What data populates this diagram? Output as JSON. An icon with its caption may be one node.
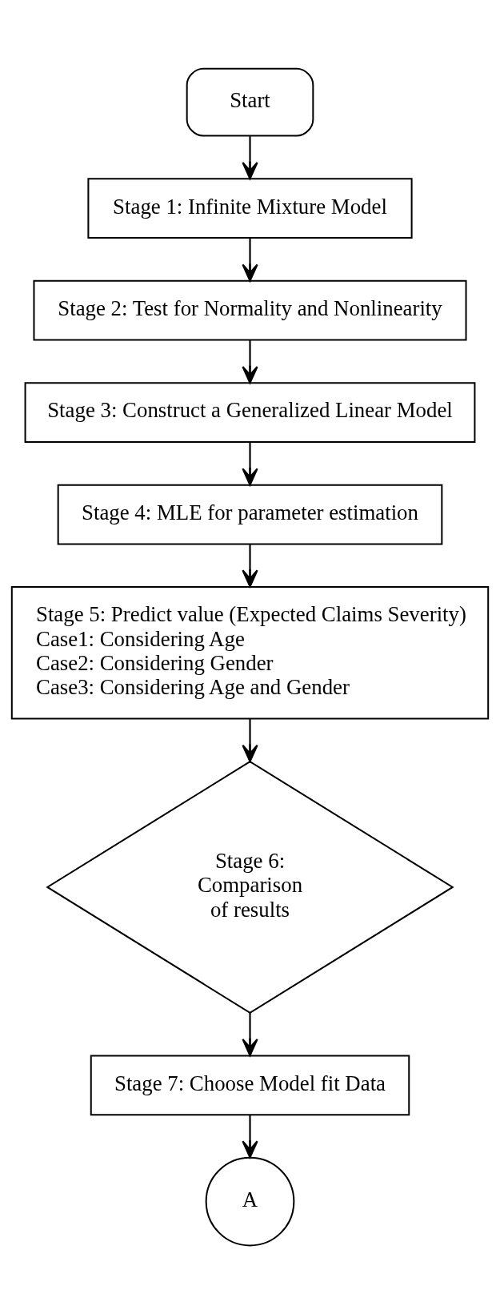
{
  "diagram": {
    "nodes": [
      {
        "text": [
          "Start"
        ]
      },
      {
        "text": [
          "Stage 1: Infinite Mixture Model"
        ]
      },
      {
        "text": [
          "Stage 2: Test for Normality and Nonlinearity"
        ]
      },
      {
        "text": [
          "Stage 3: Construct a Generalized Linear Model"
        ]
      },
      {
        "text": [
          "Stage 4: MLE for parameter estimation"
        ]
      },
      {
        "text": [
          "Stage 5: Predict value (Expected Claims Severity)",
          "Case1: Considering Age",
          "Case2: Considering Gender",
          "Case3: Considering Age and Gender"
        ]
      },
      {
        "text": [
          "Stage 6: Comparison of results"
        ]
      },
      {
        "text": [
          "Stage 7: Choose Model fit Data"
        ]
      },
      {
        "text": [
          "A"
        ]
      }
    ],
    "edges": [
      {
        "from": 0,
        "to": 1,
        "arrow": "to"
      },
      {
        "from": 1,
        "to": 2,
        "arrow": "to"
      },
      {
        "from": 2,
        "to": 3,
        "arrow": "to"
      },
      {
        "from": 3,
        "to": 4,
        "arrow": "to"
      },
      {
        "from": 4,
        "to": 5,
        "arrow": "to"
      },
      {
        "from": 5,
        "to": 6,
        "arrow": "to"
      },
      {
        "from": 6,
        "to": 7,
        "arrow": "to"
      },
      {
        "from": 7,
        "to": 8,
        "arrow": "to"
      }
    ]
  }
}
